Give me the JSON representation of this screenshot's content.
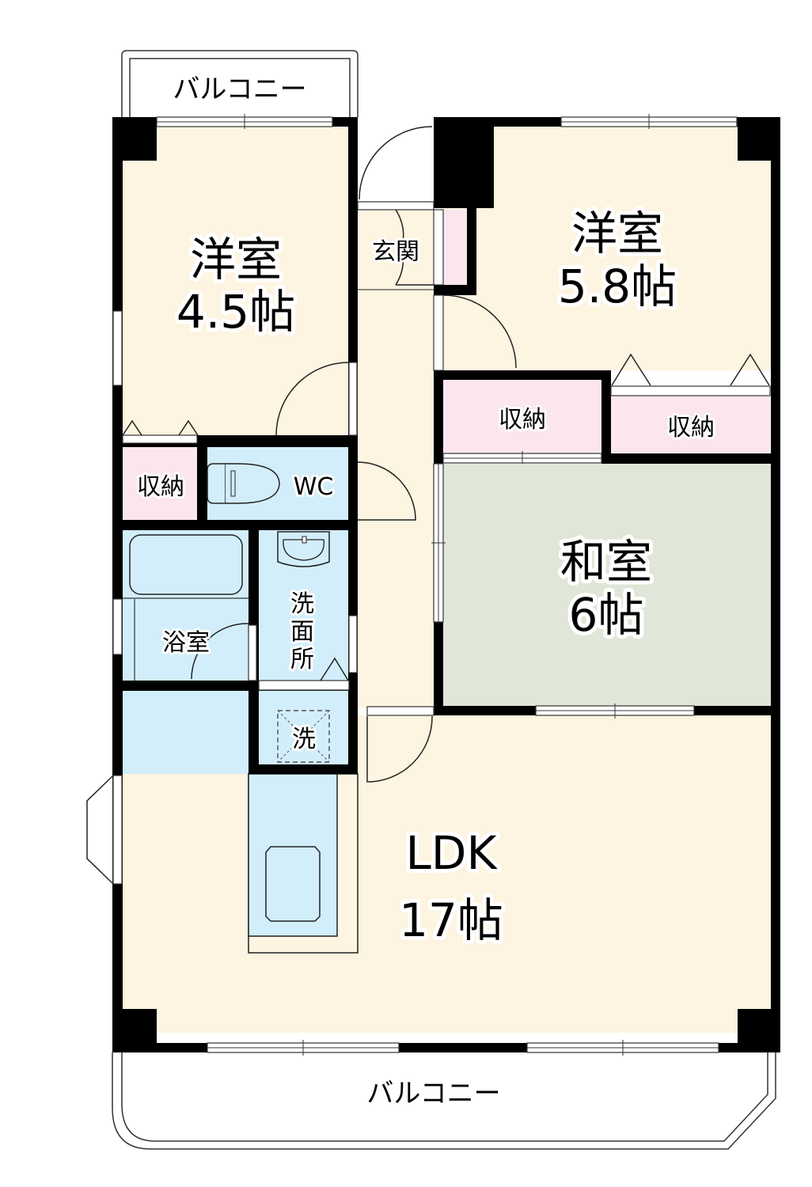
{
  "floor_plan": {
    "colors": {
      "wall": "#000000",
      "western_room": "#fdf4e1",
      "storage": "#fbe6ee",
      "wet_area": "#d2eefa",
      "japanese_room": "#e0e6d8",
      "balcony": "#ffffff"
    },
    "balcony_top": {
      "label": "バルコニー"
    },
    "balcony_bottom": {
      "label": "バルコニー"
    },
    "room_western_1": {
      "name": "洋室",
      "size": "4.5帖"
    },
    "room_western_2": {
      "name": "洋室",
      "size": "5.8帖"
    },
    "room_japanese": {
      "name": "和室",
      "size": "6帖"
    },
    "room_ldk": {
      "name": "LDK",
      "size": "17帖"
    },
    "entrance": {
      "label": "玄関"
    },
    "storage_left": {
      "label": "収納"
    },
    "storage_center": {
      "label": "収納"
    },
    "storage_right": {
      "label": "収納"
    },
    "toilet": {
      "label": "WC"
    },
    "bathroom": {
      "label": "浴室"
    },
    "washroom": {
      "label": [
        "洗",
        "面",
        "所"
      ]
    },
    "washer": {
      "label": "洗"
    }
  }
}
